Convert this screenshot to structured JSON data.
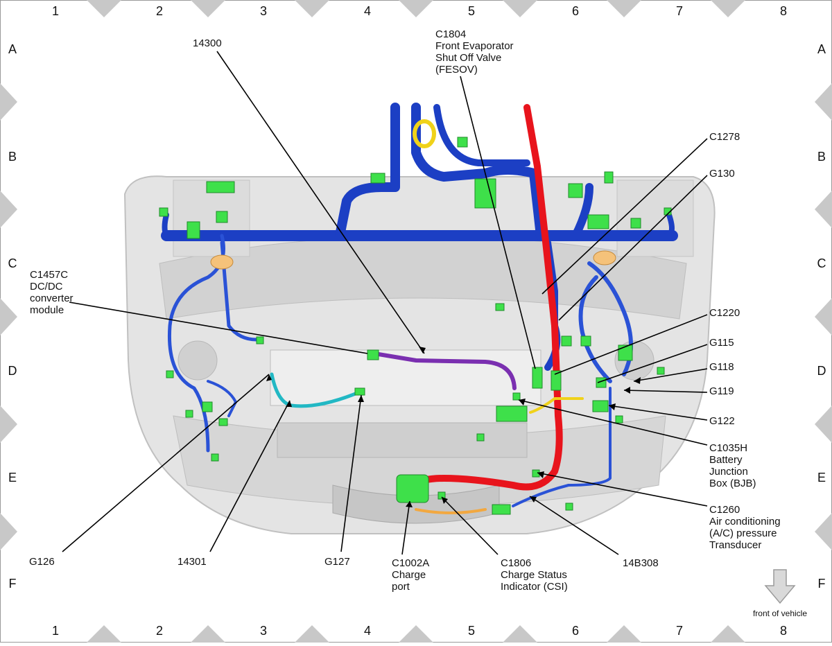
{
  "grid": {
    "columns": [
      "1",
      "2",
      "3",
      "4",
      "5",
      "6",
      "7",
      "8"
    ],
    "rows": [
      "A",
      "B",
      "C",
      "D",
      "E",
      "F"
    ]
  },
  "callouts": {
    "c14300": [
      "14300"
    ],
    "c1804": [
      "C1804",
      "Front Evaporator",
      "Shut Off Valve",
      "(FESOV)"
    ],
    "c1278": [
      "C1278"
    ],
    "g130": [
      "G130"
    ],
    "c1457c": [
      "C1457C",
      "DC/DC",
      "converter",
      "module"
    ],
    "c1220": [
      "C1220"
    ],
    "g115": [
      "G115"
    ],
    "g118": [
      "G118"
    ],
    "g119": [
      "G119"
    ],
    "g122": [
      "G122"
    ],
    "c1035h": [
      "C1035H",
      "Battery",
      "Junction",
      "Box (BJB)"
    ],
    "c1260": [
      "C1260",
      "Air conditioning",
      "(A/C) pressure",
      "Transducer"
    ],
    "g126": [
      "G126"
    ],
    "c14301": [
      "14301"
    ],
    "g127": [
      "G127"
    ],
    "c1002a": [
      "C1002A",
      "Charge",
      "port"
    ],
    "c1806": [
      "C1806",
      "Charge Status",
      "Indicator (CSI)"
    ],
    "c14b308": [
      "14B308"
    ]
  },
  "front_label": "front of vehicle",
  "colors": {
    "harness_blue": "#1c3fc4",
    "connector_green": "#3ee04a",
    "power_red": "#e8141c",
    "purple": "#7a2fb0",
    "cyan": "#22b8c4",
    "orange": "#f2a840",
    "yellow": "#f0d21a",
    "body_gray": "#d8d8d8"
  }
}
